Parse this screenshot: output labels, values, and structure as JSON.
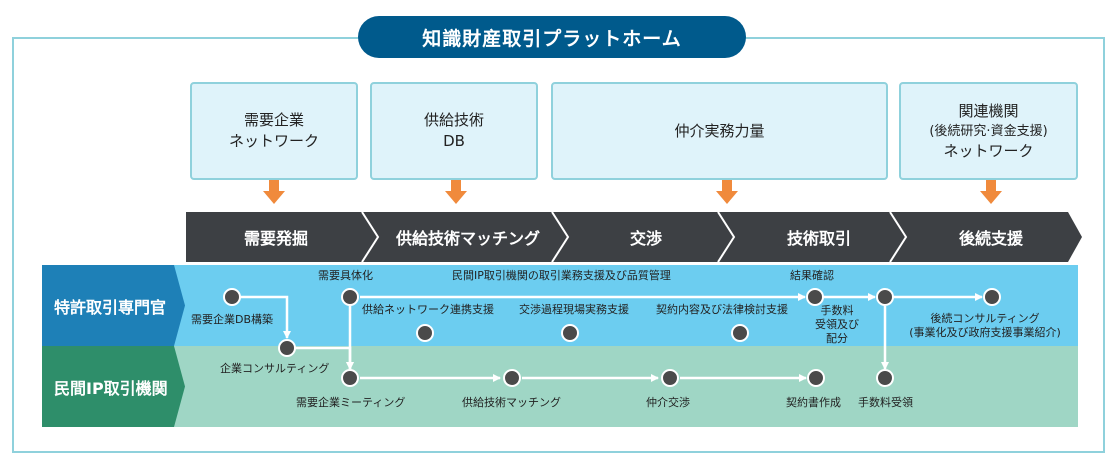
{
  "title": "知識財産取引プラットホーム",
  "resources": {
    "demand_network": [
      "需要企業",
      "ネットワーク"
    ],
    "supply_db": [
      "供給技術",
      "DB"
    ],
    "brokerage": "仲介実務力量",
    "related": [
      "関連機関",
      "(後続研究·資金支援)",
      "ネットワーク"
    ]
  },
  "stages": [
    "需要発掘",
    "供給技術マッチング",
    "交渉",
    "技術取引",
    "後続支援"
  ],
  "rows": {
    "patent": "特許取引専門官",
    "private": "民間IP取引機関"
  },
  "flow_labels": {
    "db_build": "需要企業DB構築",
    "specify": "需要具体化",
    "management": "民間IP取引機関の取引業務支援及び品質管理",
    "network_support": "供給ネットワーク連携支援",
    "negotiation_support": "交渉過程現場実務支援",
    "legal_review": "契約内容及び法律検討支援",
    "result_check": "結果確認",
    "fee_distribution": [
      "手数料",
      "受領及び",
      "配分"
    ],
    "follow_consulting": [
      "後続コンサルティング",
      "(事業化及び政府支援事業紹介)"
    ],
    "consulting": "企業コンサルティング",
    "meeting": "需要企業ミーティング",
    "matching": "供給技術マッチング",
    "broker_negotiation": "仲介交渉",
    "contract": "契約書作成",
    "fee_receipt": "手数料受領"
  },
  "colors": {
    "title_bg": "#005a8c",
    "stage_bg": "#3d4044",
    "patent_band": "#6ccdf0",
    "private_band": "#9fd6c5",
    "arrow": "#f08a3c",
    "node": "#4a4a4a"
  }
}
